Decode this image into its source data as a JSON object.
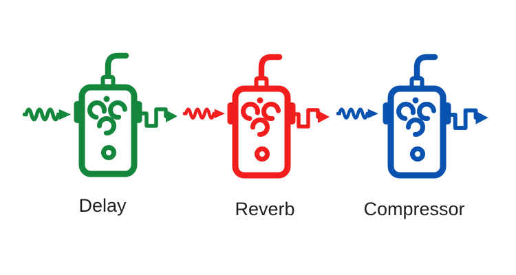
{
  "diagram": {
    "background": "#ffffff",
    "label_color": "#1d1d1d",
    "pedals": [
      {
        "label": "Delay",
        "color": "#14873c"
      },
      {
        "label": "Reverb",
        "color": "#f21d1d"
      },
      {
        "label": "Compressor",
        "color": "#0a52af"
      }
    ]
  }
}
